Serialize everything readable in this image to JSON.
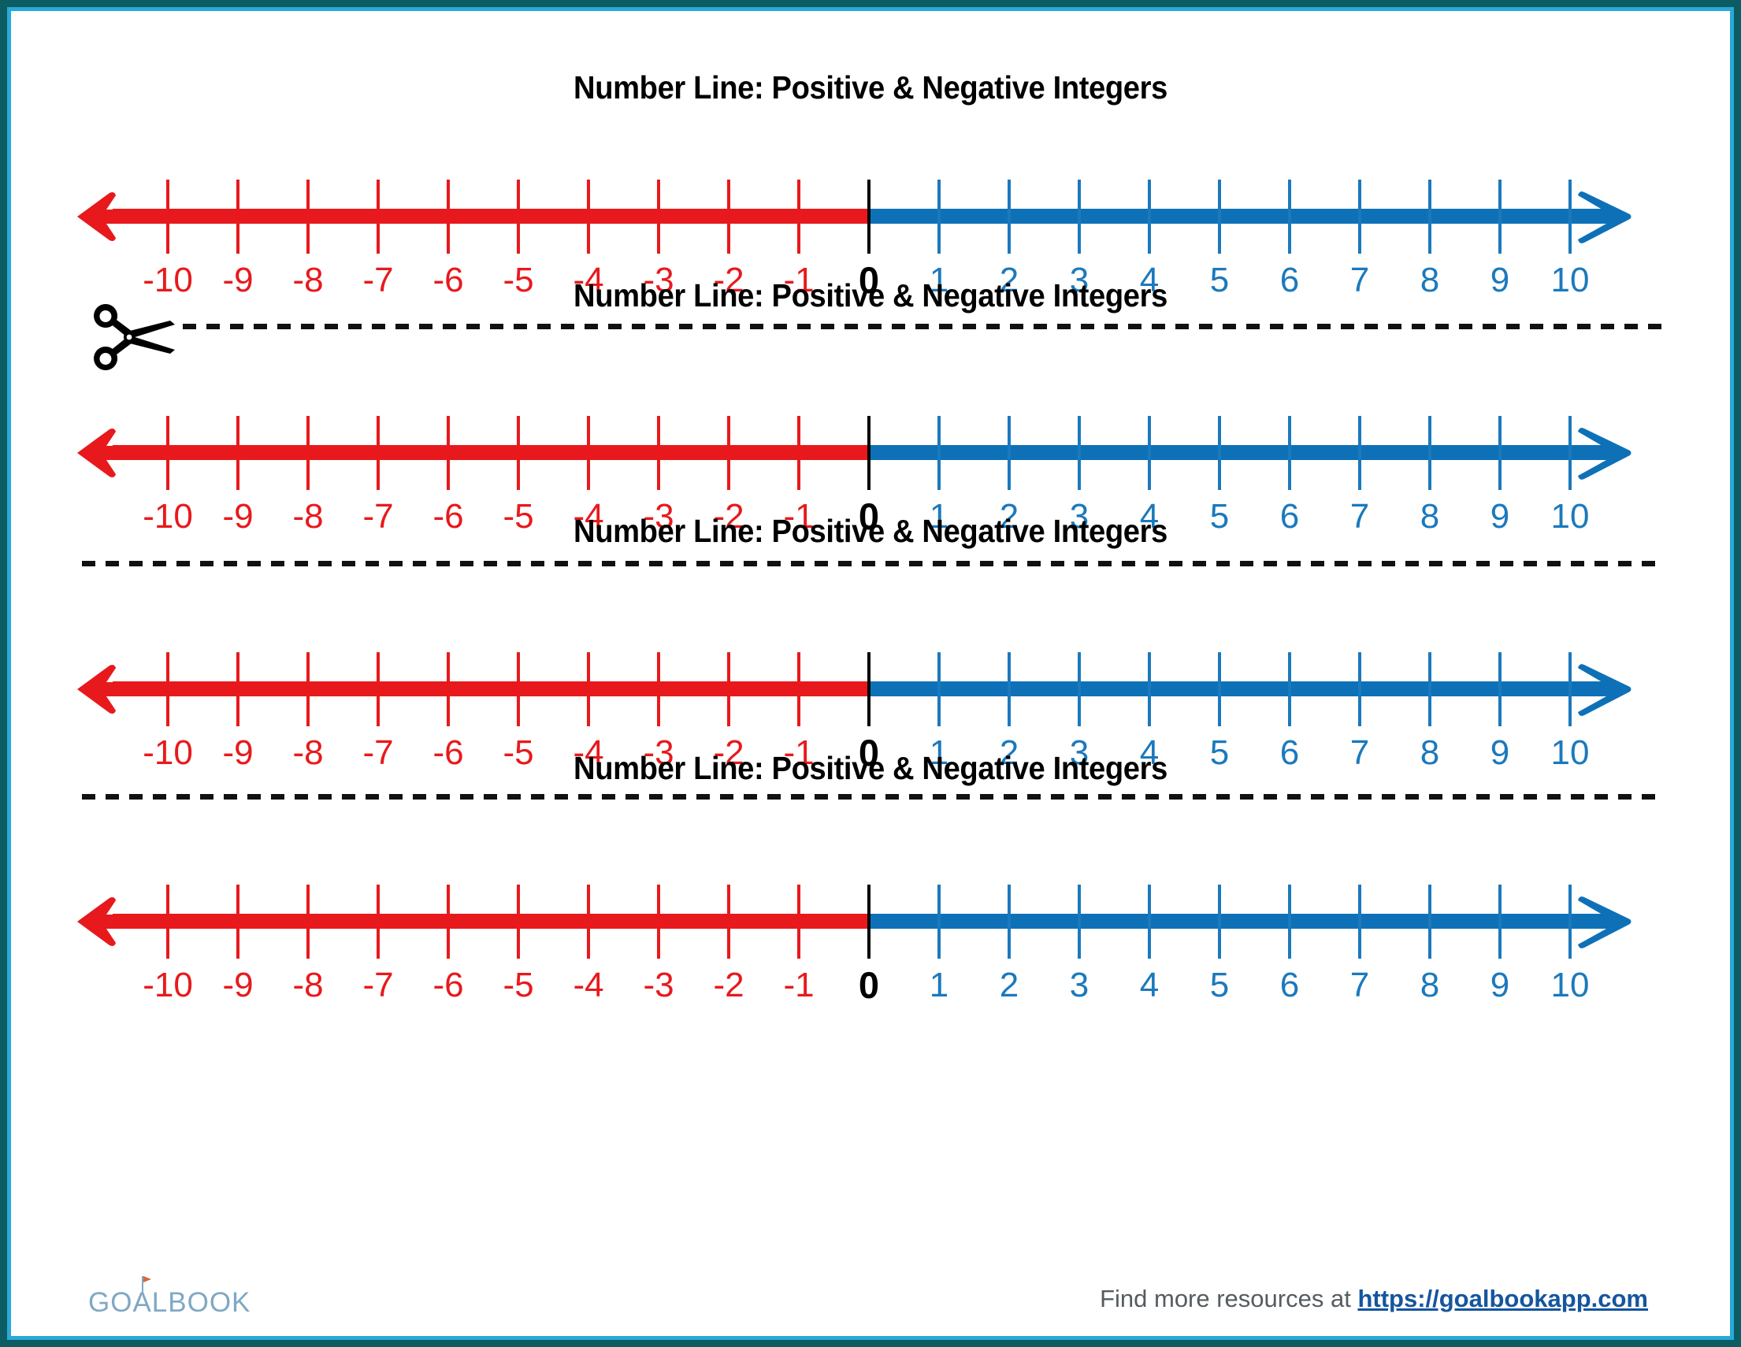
{
  "document": {
    "kind": "printable-worksheet",
    "section_count": 4,
    "border_outer_color": "#0c5c63",
    "border_inner_color": "#2aa9d8"
  },
  "title": "Number Line: Positive & Negative Integers",
  "chart_data": {
    "type": "line",
    "title": "Number Line: Positive & Negative Integers",
    "subtitle": "",
    "xlabel": "",
    "ylabel": "",
    "xlim": [
      -10,
      10
    ],
    "grid": false,
    "legend": "none",
    "tick_step": 1,
    "tick_labels": [
      "-10",
      "-9",
      "-8",
      "-7",
      "-6",
      "-5",
      "-4",
      "-3",
      "-2",
      "-1",
      "0",
      "1",
      "2",
      "3",
      "4",
      "5",
      "6",
      "7",
      "8",
      "9",
      "10"
    ],
    "tick_values": [
      -10,
      -9,
      -8,
      -7,
      -6,
      -5,
      -4,
      -3,
      -2,
      -1,
      0,
      1,
      2,
      3,
      4,
      5,
      6,
      7,
      8,
      9,
      10
    ],
    "segments": [
      {
        "name": "negative-integers",
        "range": [
          -10,
          0
        ],
        "color": "#e8191c",
        "arrow": "left"
      },
      {
        "name": "positive-integers",
        "range": [
          0,
          10
        ],
        "color": "#0e71b8",
        "arrow": "right"
      }
    ],
    "origin": {
      "label": "0",
      "color": "#000000",
      "bold": true
    },
    "repeats": 4,
    "annotations": []
  },
  "colors": {
    "negative": "#e8191c",
    "positive": "#0e71b8",
    "positive_tick": "#1b79bd",
    "zero": "#000000",
    "cut_line": "#111111"
  },
  "icons": {
    "scissors": "scissors-icon",
    "flag": "flag-icon",
    "arrow_left": "arrow-left-icon",
    "arrow_right": "arrow-right-icon"
  },
  "footer": {
    "logo_text": "GOALBOOK",
    "note_prefix": "Find more resources at ",
    "url": "https://goalbookapp.com"
  }
}
